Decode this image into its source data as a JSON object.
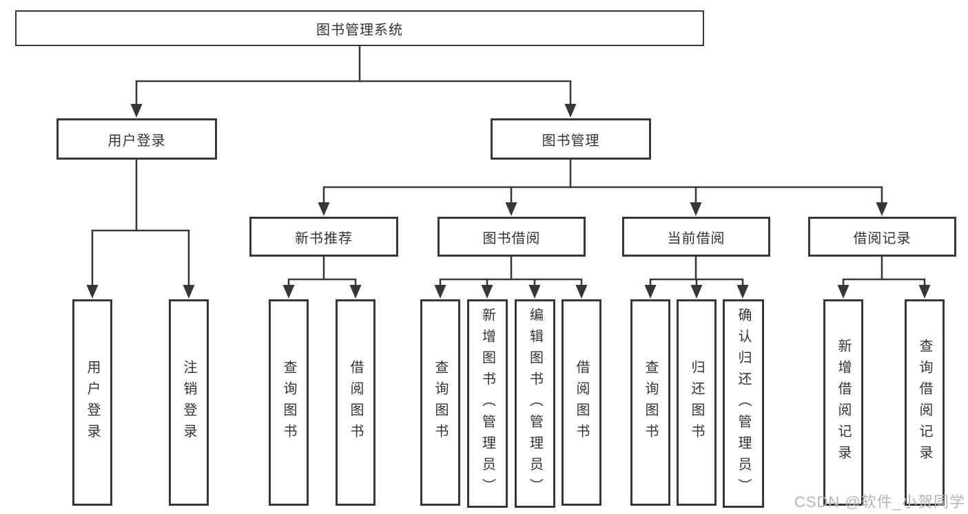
{
  "colors": {
    "background": "#ffffff",
    "line": "#3a3a3a",
    "box_border": "#363636",
    "text": "#333333",
    "watermark_text": "#b5b5b5"
  },
  "tree": {
    "root": {
      "label": "图书管理系统"
    },
    "branches": [
      {
        "label": "用户登录",
        "children": [
          {
            "label": "用户登录"
          },
          {
            "label": "注销登录"
          }
        ]
      },
      {
        "label": "图书管理",
        "children": [
          {
            "label": "新书推荐",
            "children": [
              {
                "label": "查询图书"
              },
              {
                "label": "借阅图书"
              }
            ]
          },
          {
            "label": "图书借阅",
            "children": [
              {
                "label": "查询图书"
              },
              {
                "label": "新增图书（管理员）"
              },
              {
                "label": "编辑图书（管理员）"
              },
              {
                "label": "借阅图书"
              }
            ]
          },
          {
            "label": "当前借阅",
            "children": [
              {
                "label": "查询图书"
              },
              {
                "label": "归还图书"
              },
              {
                "label": "确认归还（管理员）"
              }
            ]
          },
          {
            "label": "借阅记录",
            "children": [
              {
                "label": "新增借阅记录"
              },
              {
                "label": "查询借阅记录"
              }
            ]
          }
        ]
      }
    ]
  },
  "watermark": {
    "text": "CSDN @软件_小贺同学"
  }
}
